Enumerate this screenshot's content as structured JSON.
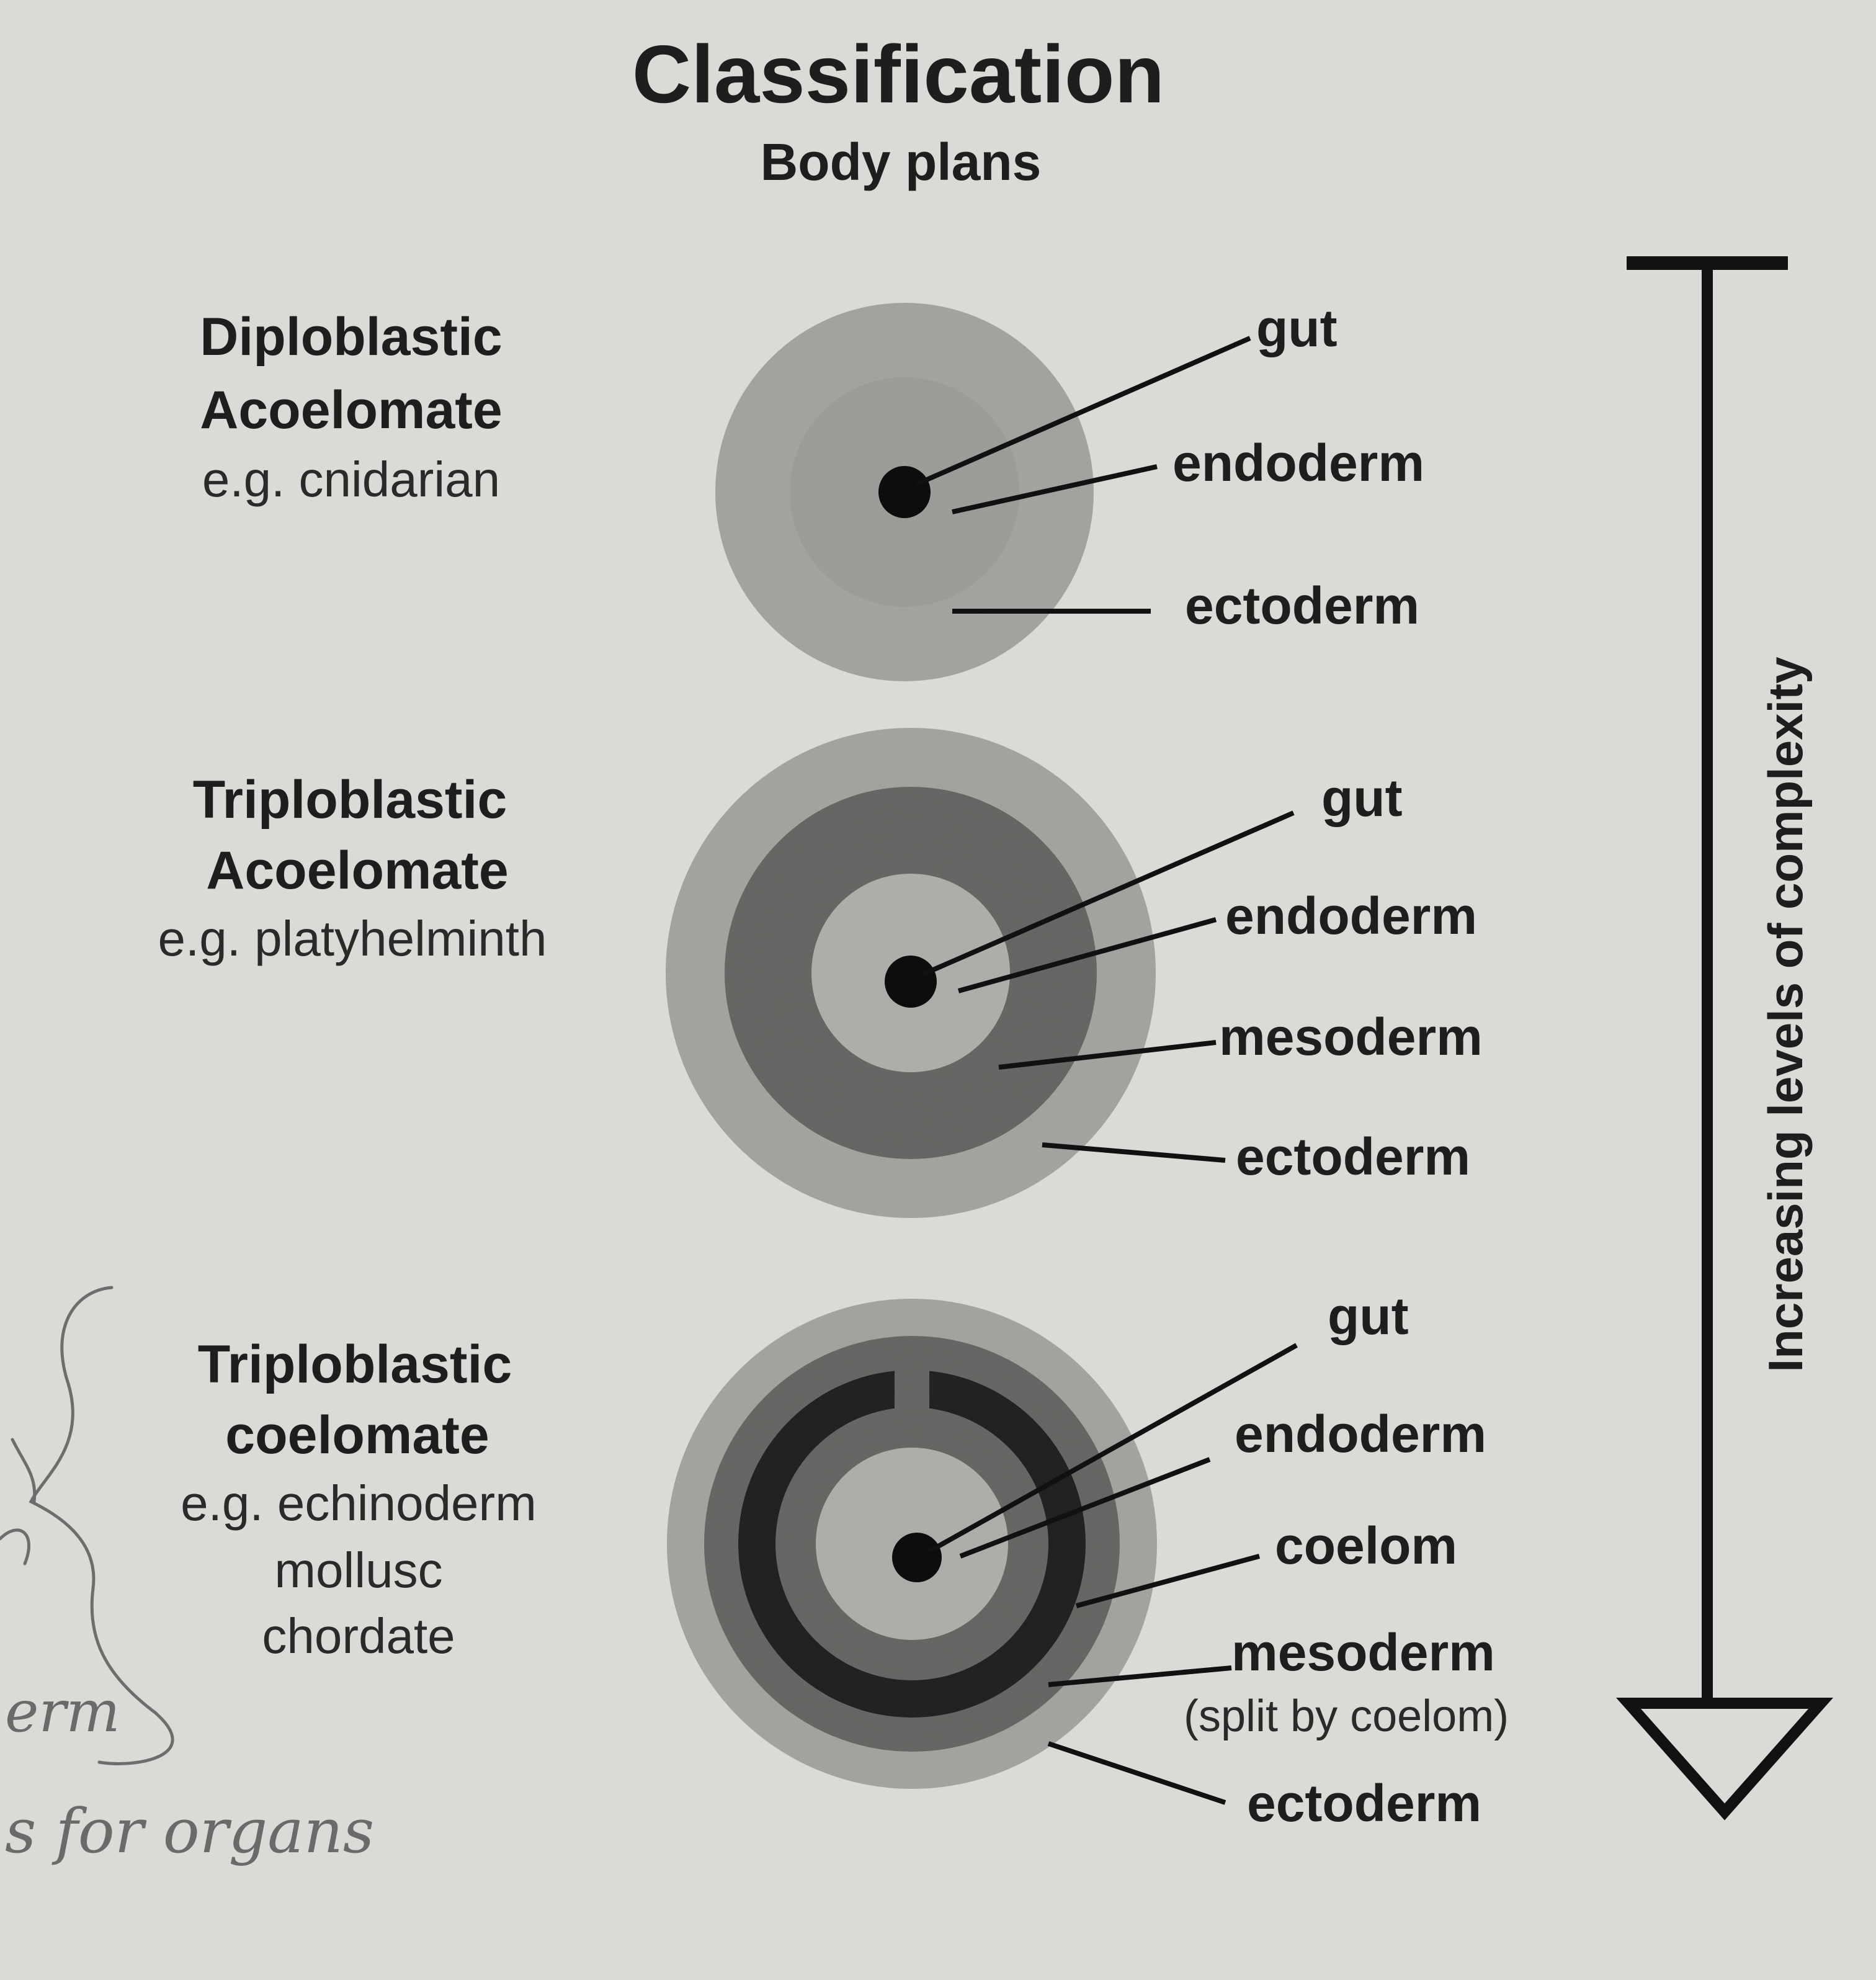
{
  "title": "Classification",
  "subtitle": "Body plans",
  "complexity_label": "Increasing levels of complexity",
  "plans": [
    {
      "name": "Diploblastic",
      "type": "Acoelomate",
      "example_lines": [
        "e.g. cnidarian"
      ],
      "labels": [
        "gut",
        "endoderm",
        "ectoderm"
      ]
    },
    {
      "name": "Triploblastic",
      "type": "Acoelomate",
      "example_lines": [
        "e.g. platyhelminth"
      ],
      "labels": [
        "gut",
        "endoderm",
        "mesoderm",
        "ectoderm"
      ]
    },
    {
      "name": "Triploblastic",
      "type": "coelomate",
      "example_lines": [
        "e.g. echinoderm",
        "mollusc",
        "chordate"
      ],
      "labels": [
        "gut",
        "endoderm",
        "coelom",
        "mesoderm",
        "(split by coelom)",
        "ectoderm"
      ]
    }
  ],
  "handwriting": [
    "erm",
    "s for organs"
  ],
  "colors": {
    "background": "#dadad6",
    "ectoderm": "#a9a9a6",
    "endoderm": "#b4b4b1",
    "mesoderm": "#6a6a68",
    "mesoderm_dark": "#222222",
    "gut": "#0d0d0d",
    "ink": "#1e1e1e"
  }
}
